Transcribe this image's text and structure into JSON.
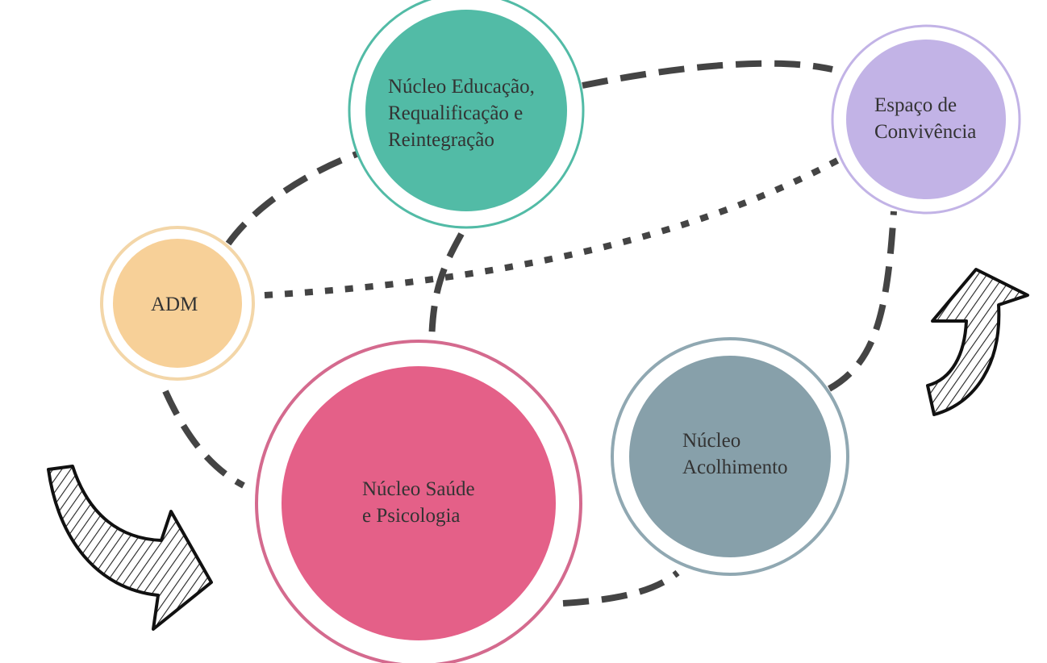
{
  "nodes": {
    "educacao": {
      "lines": [
        "Núcleo Educação,",
        "Requalificação e",
        "Reintegração"
      ],
      "fill": "#52BBA6",
      "ring": "#52BBA6"
    },
    "convivencia": {
      "lines": [
        "Espaço de",
        "Convivência"
      ],
      "fill": "#C2B3E6",
      "ring": "#C2B3E6"
    },
    "adm": {
      "lines": [
        "ADM"
      ],
      "fill": "#F7D098",
      "ring": "#F3D6A8"
    },
    "saude": {
      "lines": [
        "Núcleo Saúde",
        "e Psicologia"
      ],
      "fill": "#E46088",
      "ring": "#D46A8E"
    },
    "acolhimento": {
      "lines": [
        "Núcleo",
        "Acolhimento"
      ],
      "fill": "#87A0AA",
      "ring": "#90A8B2"
    }
  },
  "decorations": {
    "connector_color": "#444444",
    "arrow_icons": [
      "curved-arrow-icon",
      "curved-arrow-icon"
    ]
  }
}
